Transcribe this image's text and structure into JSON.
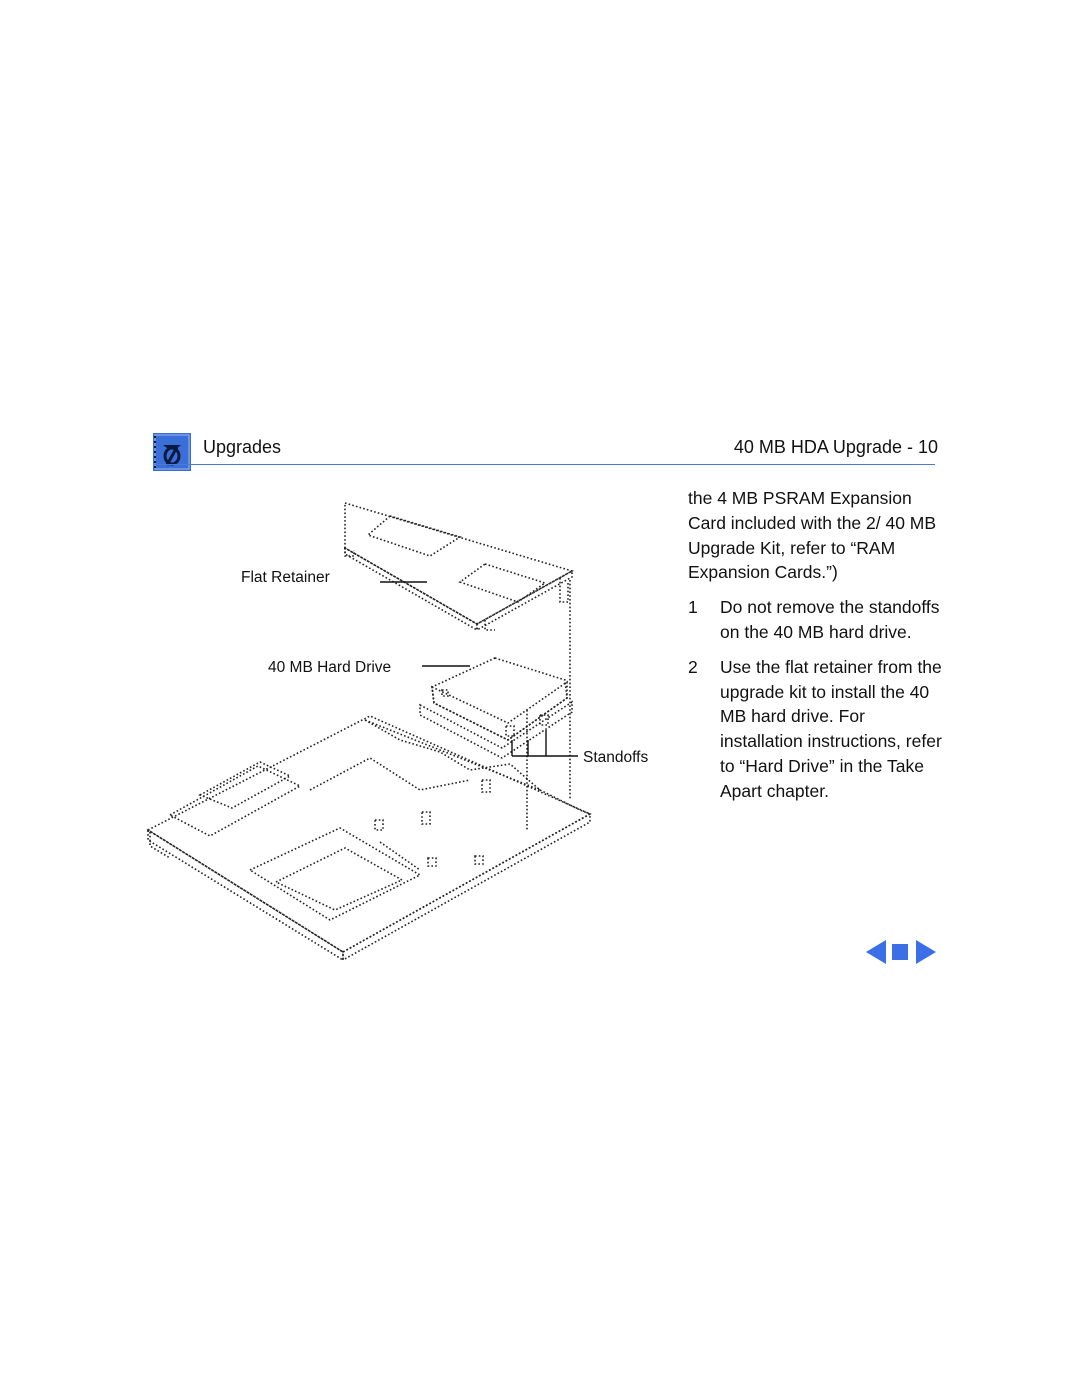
{
  "header": {
    "section": "Upgrades",
    "page_title": "40 MB HDA Upgrade - 10",
    "icon": "upgrade-chip-icon",
    "accent_color": "#4b79d6"
  },
  "diagram": {
    "labels": {
      "flat_retainer": "Flat Retainer",
      "hard_drive": "40 MB Hard Drive",
      "standoffs": "Standoffs"
    }
  },
  "body": {
    "intro": "the 4 MB PSRAM Expansion Card included with the 2/ 40 MB Upgrade Kit, refer to “RAM Expansion Cards.”)",
    "steps": [
      {
        "number": "1",
        "text": "Do not remove the standoffs on the 40 MB hard drive."
      },
      {
        "number": "2",
        "text": "Use the flat retainer from the upgrade kit to install the 40 MB hard drive. For installation instructions, refer to “Hard Drive” in the Take Apart chapter."
      }
    ]
  },
  "nav": {
    "prev_icon": "arrow-left-icon",
    "stop_icon": "square-stop-icon",
    "next_icon": "arrow-right-icon",
    "color": "#3a6fe8"
  }
}
